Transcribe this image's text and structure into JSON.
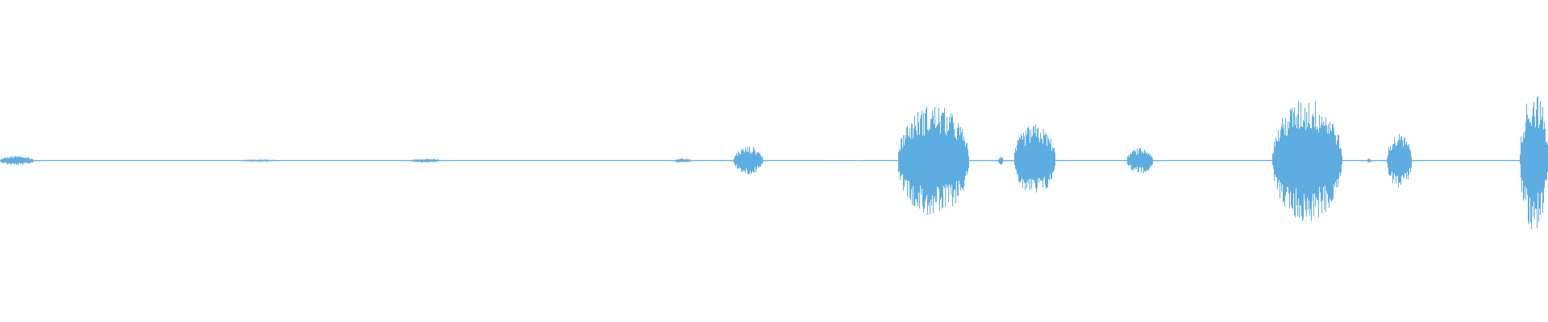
{
  "waveform": {
    "color": "#5dade2",
    "background": "#ffffff",
    "duration": 1.0,
    "amplitude_max": 1.0,
    "noise_floor": 0.006,
    "segments": [
      {
        "start": 0.0,
        "end": 0.022,
        "peak": 0.06
      },
      {
        "start": 0.155,
        "end": 0.18,
        "peak": 0.015
      },
      {
        "start": 0.265,
        "end": 0.285,
        "peak": 0.025
      },
      {
        "start": 0.435,
        "end": 0.447,
        "peak": 0.025
      },
      {
        "start": 0.474,
        "end": 0.493,
        "peak": 0.18
      },
      {
        "start": 0.58,
        "end": 0.626,
        "peak": 0.7
      },
      {
        "start": 0.645,
        "end": 0.648,
        "peak": 0.06
      },
      {
        "start": 0.655,
        "end": 0.682,
        "peak": 0.45
      },
      {
        "start": 0.728,
        "end": 0.745,
        "peak": 0.16
      },
      {
        "start": 0.822,
        "end": 0.867,
        "peak": 0.78
      },
      {
        "start": 0.883,
        "end": 0.886,
        "peak": 0.03
      },
      {
        "start": 0.896,
        "end": 0.912,
        "peak": 0.34
      },
      {
        "start": 0.982,
        "end": 1.0,
        "peak": 0.88
      }
    ],
    "gaps": [
      {
        "start": 0.533,
        "end": 0.555
      }
    ]
  }
}
